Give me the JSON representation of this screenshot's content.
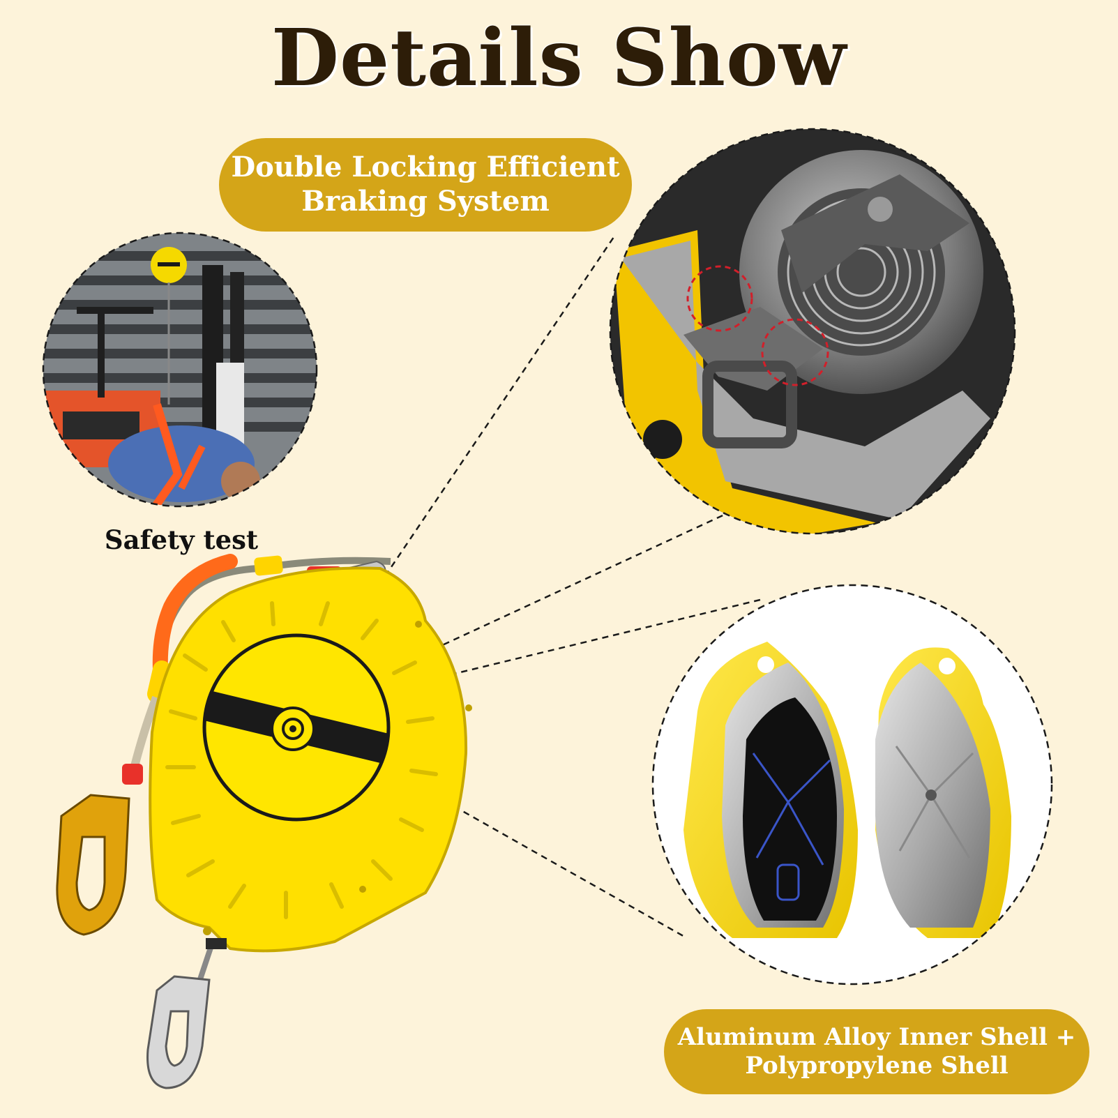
{
  "title": "Details Show",
  "callouts": {
    "braking": {
      "line1": "Double Locking Efficient",
      "line2": "Braking System"
    },
    "shell": {
      "line1": "Aluminum Alloy Inner Shell +",
      "line2": "Polypropylene Shell"
    },
    "safety_test": "Safety test"
  },
  "colors": {
    "background": "#fdf3da",
    "title": "#2d1d08",
    "pill": "#d4a518",
    "product_yellow": "#f5d900",
    "accent_red": "#d21f2a"
  },
  "icons": {
    "hook": "snap-hook",
    "device": "self-retracting-lifeline"
  }
}
